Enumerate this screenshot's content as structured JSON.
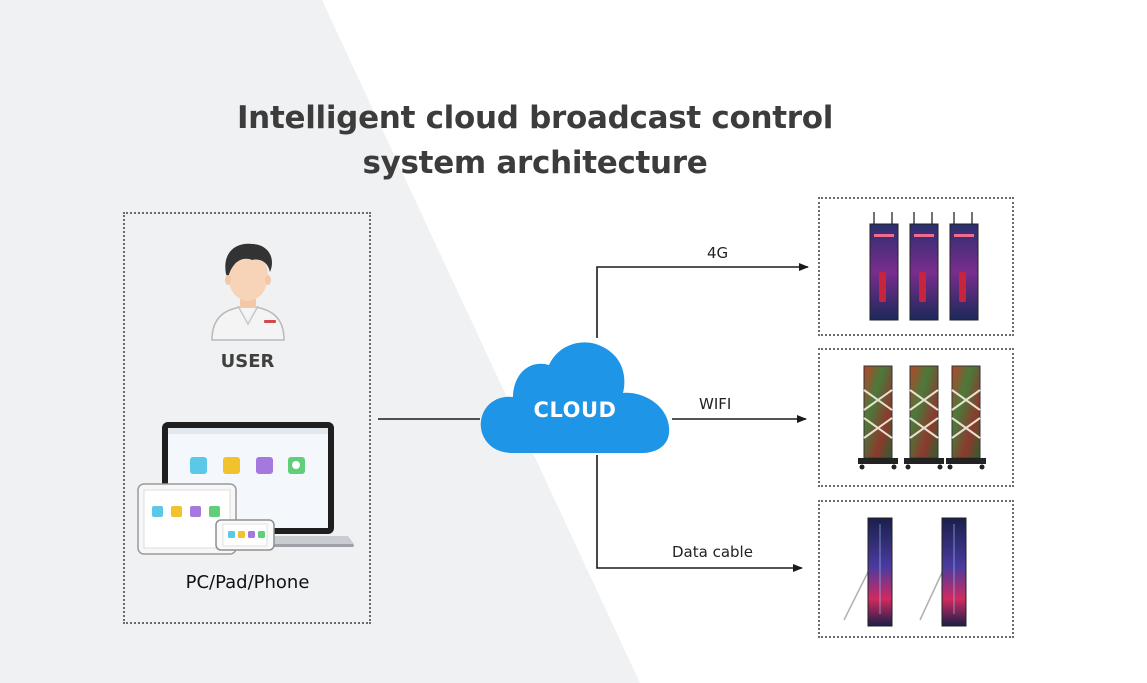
{
  "title": {
    "line1": "Intelligent cloud broadcast control",
    "line2": "system architecture"
  },
  "user": {
    "label": "USER",
    "icon": "user-avatar-icon"
  },
  "devices": {
    "label": "PC/Pad/Phone",
    "icon": "laptop-tablet-phone-icon"
  },
  "cloud": {
    "label": "CLOUD",
    "color": "#1e95e6"
  },
  "connections": [
    {
      "label": "4G",
      "target": "hanging-poster-displays"
    },
    {
      "label": "WIFI",
      "target": "floor-standing-poster-displays"
    },
    {
      "label": "Data cable",
      "target": "easel-poster-displays"
    }
  ],
  "colors": {
    "background_left": "#f0f1f3",
    "background_right": "#ffffff",
    "title": "#3c3c3c",
    "line": "#1a1a1a",
    "box_border": "#6b6b6b",
    "app_tiles": [
      "#5bc8e8",
      "#f2c12e",
      "#a578e0",
      "#5fcf7a"
    ]
  }
}
